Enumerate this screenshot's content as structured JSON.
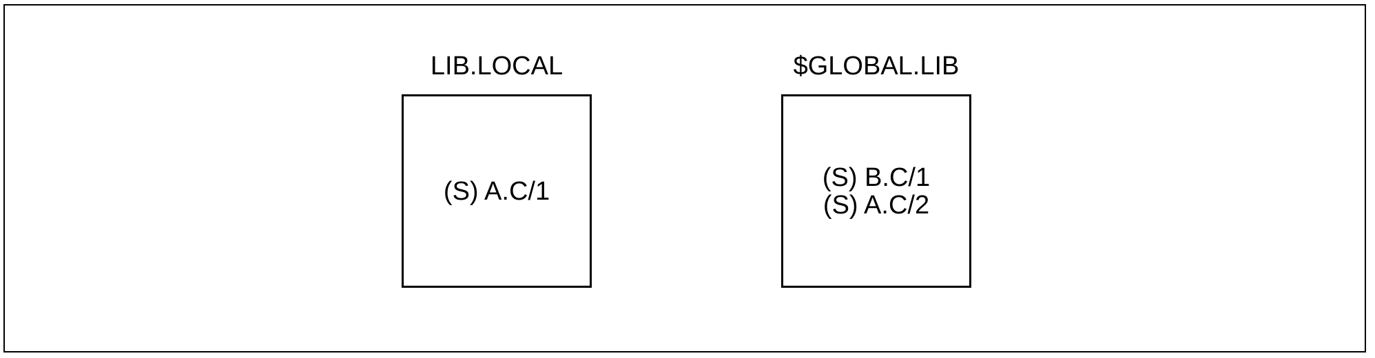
{
  "libraries": [
    {
      "name": "LIB.LOCAL",
      "entries": [
        "(S) A.C/1"
      ]
    },
    {
      "name": "$GLOBAL.LIB",
      "entries": [
        "(S) B.C/1",
        "(S) A.C/2"
      ]
    }
  ]
}
